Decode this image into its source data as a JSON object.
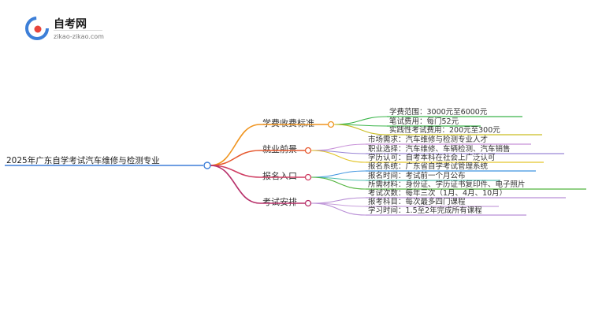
{
  "logo": {
    "name": "自考网",
    "url": "zikao-zikao.com",
    "badge_color": "#3d7fd8",
    "accent_color": "#e8453c"
  },
  "root": {
    "label": "2025年广东自学考试汽车维修与检测专业"
  },
  "branches": [
    {
      "label": "学费收费标准",
      "color": "#f0941e",
      "children": [
        {
          "text": "学费范围：3000元至6000元",
          "color": "#3bb54a"
        },
        {
          "text": "笔试费用：每门52元",
          "color": "#3bb54a"
        },
        {
          "text": "实践性考试费用：200元至300元",
          "color": "#c9bd22"
        }
      ]
    },
    {
      "label": "就业前景",
      "color": "#e6592f",
      "children": [
        {
          "text": "市场需求：汽车维修与检测专业人才",
          "color": "#c790d8"
        },
        {
          "text": "职业选择：汽车维修、车辆检测、汽车销售",
          "color": "#9a86d6"
        },
        {
          "text": "学历认可：自考本科在社会上广泛认可",
          "color": "#e3c52a"
        }
      ]
    },
    {
      "label": "报名入口",
      "color": "#cf3e63",
      "children": [
        {
          "text": "报名系统：广东省自学考试管理系统",
          "color": "#3f95e0"
        },
        {
          "text": "报名时间：考试前一个月公布",
          "color": "#52c0b0"
        },
        {
          "text": "所需材料：身份证、学历证书复印件、电子照片",
          "color": "#52b43d"
        }
      ]
    },
    {
      "label": "考试安排",
      "color": "#b7306a",
      "children": [
        {
          "text": "考试次数：每年三次（1月、4月、10月）",
          "color": "#b98fd6"
        },
        {
          "text": "报考科目：每次最多四门课程",
          "color": "#c8a0dc"
        },
        {
          "text": "学习时间：1.5至2年完成所有课程",
          "color": "#b98fd6"
        }
      ]
    }
  ]
}
